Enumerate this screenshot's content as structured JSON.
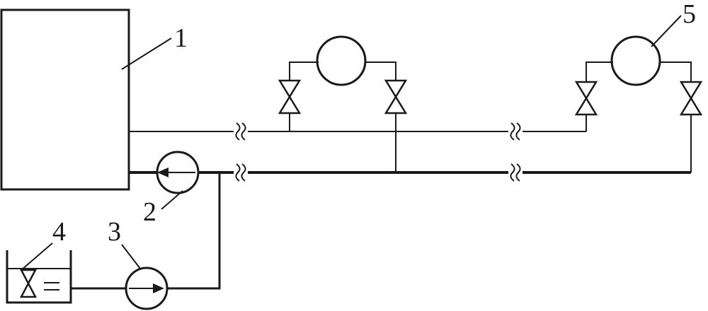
{
  "labels": {
    "boiler": "1",
    "circulation_pump": "2",
    "makeup_pump": "3",
    "makeup_tank": "4",
    "radiator": "5"
  },
  "colors": {
    "line": "#1a1a1a",
    "background": "#ffffff"
  }
}
